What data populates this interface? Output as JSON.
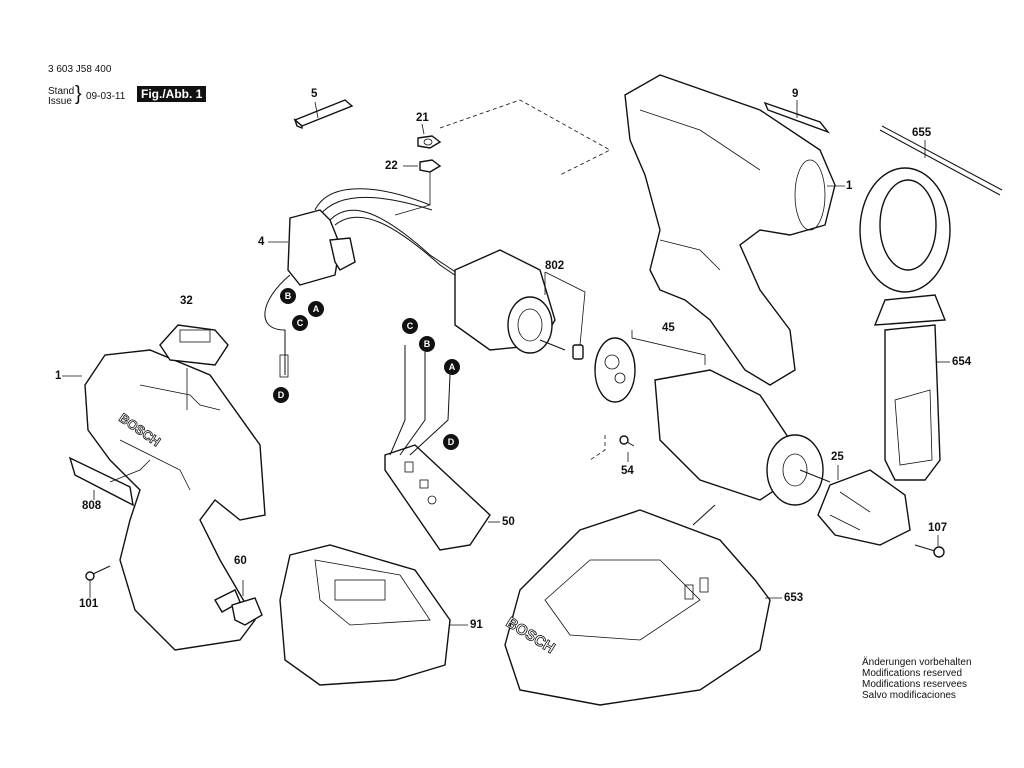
{
  "header": {
    "part_number": "3 603 J58 400",
    "stand_label": "Stand",
    "issue_label": "Issue",
    "date": "09-03-11",
    "figure_label": "Fig./Abb. 1"
  },
  "footer_notes": [
    "Änderungen vorbehalten",
    "Modifications reserved",
    "Modifications reservees",
    "Salvo modificaciones"
  ],
  "part_labels": {
    "p5": "5",
    "p21": "21",
    "p22": "22",
    "p4": "4",
    "p9": "9",
    "p1_top": "1",
    "p655": "655",
    "p802": "802",
    "p45": "45",
    "p654": "654",
    "p32": "32",
    "p1_left": "1",
    "p808": "808",
    "p54": "54",
    "p25": "25",
    "p50": "50",
    "p107": "107",
    "p60": "60",
    "p101": "101",
    "p91": "91",
    "p653": "653"
  },
  "wire_markers": {
    "switch": [
      "B",
      "A",
      "C",
      "D"
    ],
    "board": [
      "C",
      "B",
      "A",
      "D"
    ]
  },
  "brand_text": "BOSCH"
}
